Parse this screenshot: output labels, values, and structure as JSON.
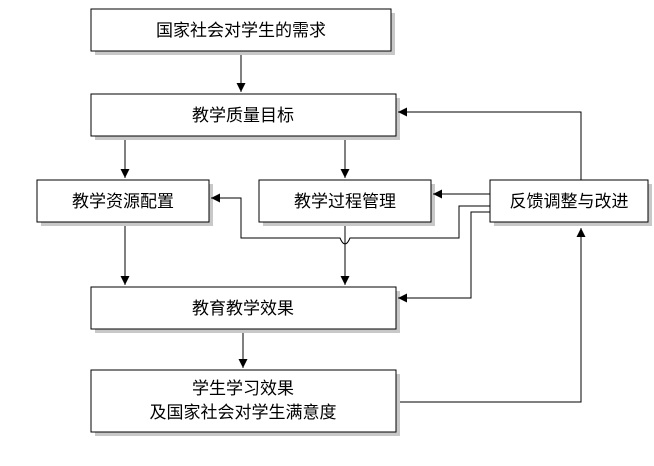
{
  "diagram": {
    "nodes": {
      "social_needs": {
        "label": "国家社会对学生的需求"
      },
      "quality_goals": {
        "label": "教学质量目标"
      },
      "resource_allocation": {
        "label": "教学资源配置"
      },
      "process_management": {
        "label": "教学过程管理"
      },
      "feedback": {
        "label": "反馈调整与改进"
      },
      "teaching_effect": {
        "label": "教育教学效果"
      },
      "learning_effect": {
        "line1": "学生学习效果",
        "line2": "及国家社会对学生满意度"
      }
    }
  }
}
